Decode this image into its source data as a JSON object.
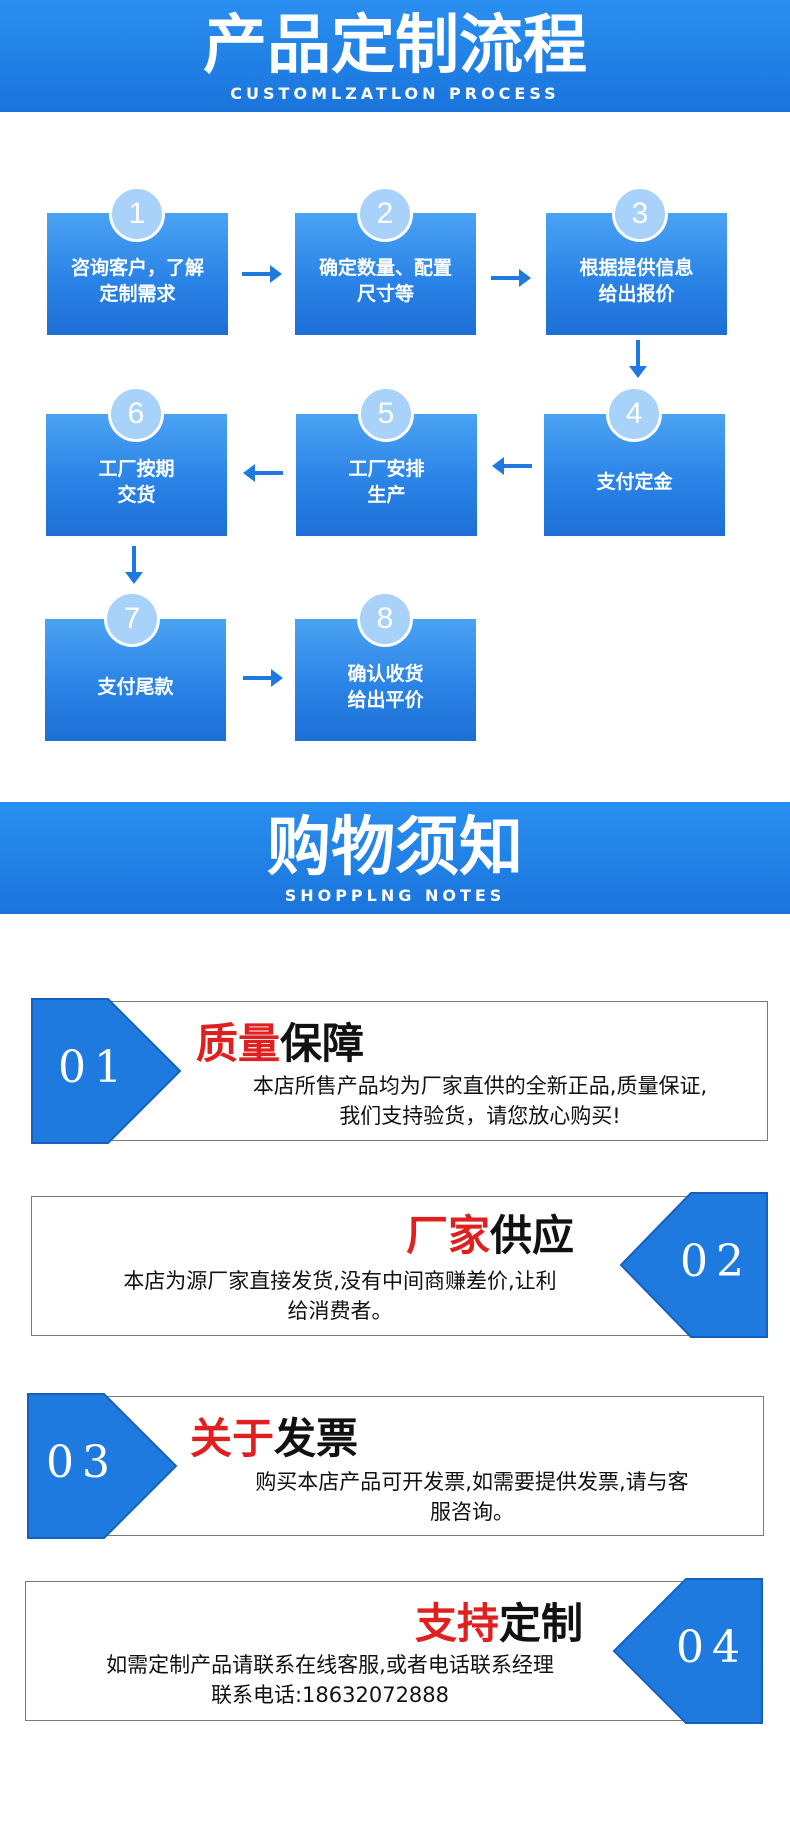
{
  "process": {
    "title": "产品定制流程",
    "subtitle": "CUSTOMLZATLON PROCESS",
    "steps": [
      {
        "num": "1",
        "line1": "咨询客户，了解",
        "line2": "定制需求"
      },
      {
        "num": "2",
        "line1": "确定数量、配置",
        "line2": "尺寸等"
      },
      {
        "num": "3",
        "line1": "根据提供信息",
        "line2": "给出报价"
      },
      {
        "num": "4",
        "line1": "支付定金",
        "line2": ""
      },
      {
        "num": "5",
        "line1": "工厂安排",
        "line2": "生产"
      },
      {
        "num": "6",
        "line1": "工厂按期",
        "line2": "交货"
      },
      {
        "num": "7",
        "line1": "支付尾款",
        "line2": ""
      },
      {
        "num": "8",
        "line1": "确认收货",
        "line2": "给出平价"
      }
    ]
  },
  "notes_section": {
    "title": "购物须知",
    "subtitle": "SHOPPLNG NOTES",
    "notes": [
      {
        "num": "01",
        "title_red": "质量",
        "title_black": "保障",
        "line1": "本店所售产品均为厂家直供的全新正品,质量保证,",
        "line2": "我们支持验货，请您放心购买!"
      },
      {
        "num": "02",
        "title_red": "厂家",
        "title_black": "供应",
        "line1": "本店为源厂家直接发货,没有中间商赚差价,让利",
        "line2": "给消费者。"
      },
      {
        "num": "03",
        "title_red": "关于",
        "title_black": "发票",
        "line1": "购买本店产品可开发票,如需要提供发票,请与客",
        "line2": "服咨询。"
      },
      {
        "num": "04",
        "title_red": "支持",
        "title_black": "定制",
        "line1": "如需定制产品请联系在线客服,或者电话联系经理",
        "line2": "联系电话:18632072888"
      }
    ]
  },
  "colors": {
    "accent_blue": "#1f7ae0",
    "title_red": "#e02020"
  }
}
